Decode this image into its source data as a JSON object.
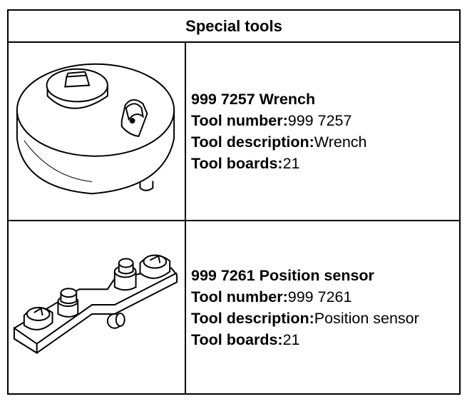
{
  "header": {
    "title": "Special tools"
  },
  "tools": [
    {
      "heading": "999 7257 Wrench",
      "number_label": "Tool number:",
      "number_value": "999 7257",
      "description_label": "Tool description:",
      "description_value": "Wrench",
      "boards_label": "Tool boards:",
      "boards_value": "21"
    },
    {
      "heading": "999 7261 Position sensor",
      "number_label": "Tool number:",
      "number_value": "999 7261",
      "description_label": "Tool description:",
      "description_value": "Position sensor",
      "boards_label": "Tool boards:",
      "boards_value": "21"
    }
  ]
}
